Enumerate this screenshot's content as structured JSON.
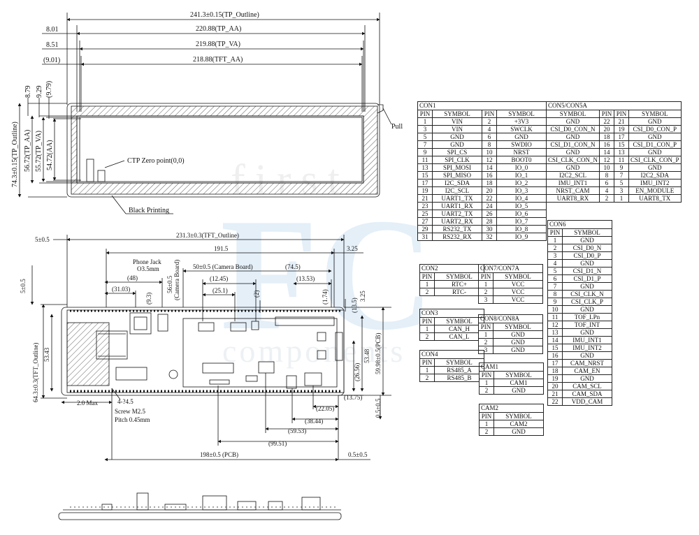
{
  "top_view": {
    "dims": {
      "tp_outline_w": "241.3±0.15(TP_Outline)",
      "tp_aa_w": "220.88(TP_AA)",
      "tp_va_w": "219.88(TP_VA)",
      "tft_aa_w": "218.88(TFT_AA)",
      "off_8_01": "8.01",
      "off_8_51": "8.51",
      "off_9_01": "(9.01)",
      "v_8_79": "8.79",
      "v_9_29": "9.29",
      "v_9_79": "(9.79)",
      "tp_outline_h": "74.3±0.15(TP_Outline)",
      "tp_aa_h": "56.72(TP_AA)",
      "tp_va_h": "55.72(TP_VA)",
      "aa_h": "54.72(AA)"
    },
    "labels": {
      "pull": "Pull",
      "ctp_zero": "CTP Zero point(0,0)",
      "black_printing": "Black Printing"
    }
  },
  "board_view": {
    "dims": {
      "left_5": "5±0.5",
      "tft_outline_w": "231.3±0.3(TFT_Outline)",
      "d_191_5": "191.5",
      "d_3_25_top": "3.25",
      "phone_jack": "Phone Jack",
      "o3_5": "O3.5mm",
      "d_48": "(48)",
      "d_31_03": "(31.03)",
      "d_9_3": "(9.3)",
      "cam_board": "50±0.5 (Camera Board)",
      "d_56": "56±0.5",
      "cam_board_v": "(Camera Board)",
      "d_74_5": "(74.5)",
      "d_12_45": "(12.45)",
      "d_25_1": "(25.1)",
      "d_2": "(2)",
      "d_13_53": "(13.53)",
      "d_1_74": "(1.74)",
      "d_13_5": "(13.5)",
      "d_3_25_right": "3.25",
      "v_5": "5±0.5",
      "tft_outline_h": "64.3±0.3(TFT_Outline)",
      "d_53_43": "53.43",
      "d_53_48": "53.48",
      "d_26_56": "(26.56)",
      "pcb_h": "59.98±0.5(PCB)",
      "d_2_max": "2.0 Max",
      "holes": "4-?4.5",
      "screw": "Screw M2.5",
      "pitch": "Pitch 0.45mm",
      "d_13_75": "(13.75)",
      "d_0_5_v": "0.5±0.5",
      "d_22_05": "(22.05)",
      "d_38_44": "(38.44)",
      "d_59_53": "(59.53)",
      "d_99_51": "(99.51)",
      "pcb_w": "198±0.5 (PCB)",
      "d_0_5_h": "0.5±0.5"
    }
  },
  "watermark": {
    "line1": "first",
    "line2": "FC",
    "line3": "components"
  },
  "tables": {
    "con1": {
      "title": "CON1",
      "headers": [
        "PIN",
        "SYMBOL",
        "PIN",
        "SYMBOL"
      ],
      "rows": [
        [
          "1",
          "VIN",
          "2",
          "+3V3"
        ],
        [
          "3",
          "VIN",
          "4",
          "SWCLK"
        ],
        [
          "5",
          "GND",
          "6",
          "GND"
        ],
        [
          "7",
          "GND",
          "8",
          "SWDIO"
        ],
        [
          "9",
          "SPI_CS",
          "10",
          "NRST"
        ],
        [
          "11",
          "SPI_CLK",
          "12",
          "BOOT0"
        ],
        [
          "13",
          "SPI_MOSI",
          "14",
          "IO_0"
        ],
        [
          "15",
          "SPI_MISO",
          "16",
          "IO_1"
        ],
        [
          "17",
          "I2C_SDA",
          "18",
          "IO_2"
        ],
        [
          "19",
          "I2C_SCL",
          "20",
          "IO_3"
        ],
        [
          "21",
          "UART1_TX",
          "22",
          "IO_4"
        ],
        [
          "23",
          "UART1_RX",
          "24",
          "IO_5"
        ],
        [
          "25",
          "UART2_TX",
          "26",
          "IO_6"
        ],
        [
          "27",
          "UART2_RX",
          "28",
          "IO_7"
        ],
        [
          "29",
          "RS232_TX",
          "30",
          "IO_8"
        ],
        [
          "31",
          "RS232_RX",
          "32",
          "IO_9"
        ]
      ]
    },
    "con5": {
      "title": "CON5/CON5A",
      "headers": [
        "SYMBOL",
        "PIN",
        "PIN",
        "SYMBOL"
      ],
      "rows": [
        [
          "GND",
          "22",
          "21",
          "GND"
        ],
        [
          "CSI_D0_CON_N",
          "20",
          "19",
          "CSI_D0_CON_P"
        ],
        [
          "GND",
          "18",
          "17",
          "GND"
        ],
        [
          "CSI_D1_CON_N",
          "16",
          "15",
          "CSI_D1_CON_P"
        ],
        [
          "GND",
          "14",
          "13",
          "GND"
        ],
        [
          "CSI_CLK_CON_N",
          "12",
          "11",
          "CSI_CLK_CON_P"
        ],
        [
          "GND",
          "10",
          "9",
          "GND"
        ],
        [
          "I2C2_SCL",
          "8",
          "7",
          "I2C2_SDA"
        ],
        [
          "IMU_INT1",
          "6",
          "5",
          "IMU_INT2"
        ],
        [
          "NRST_CAM",
          "4",
          "3",
          "EN_MODULE"
        ],
        [
          "UART8_RX",
          "2",
          "1",
          "UART8_TX"
        ]
      ]
    },
    "con6": {
      "title": "CON6",
      "headers": [
        "PIN",
        "SYMBOL"
      ],
      "rows": [
        [
          "1",
          "GND"
        ],
        [
          "2",
          "CSI_D0_N"
        ],
        [
          "3",
          "CSI_D0_P"
        ],
        [
          "4",
          "GND"
        ],
        [
          "5",
          "CSI_D1_N"
        ],
        [
          "6",
          "CSI_D1_P"
        ],
        [
          "7",
          "GND"
        ],
        [
          "8",
          "CSI_CLK_N"
        ],
        [
          "9",
          "CSI_CLK_P"
        ],
        [
          "10",
          "GND"
        ],
        [
          "11",
          "TOF_LPn"
        ],
        [
          "12",
          "TOF_INT"
        ],
        [
          "13",
          "GND"
        ],
        [
          "14",
          "IMU_INT1"
        ],
        [
          "15",
          "IMU_INT2"
        ],
        [
          "16",
          "GND"
        ],
        [
          "17",
          "CAM_NRST"
        ],
        [
          "18",
          "CAM_EN"
        ],
        [
          "19",
          "GND"
        ],
        [
          "20",
          "CAM_SCL"
        ],
        [
          "21",
          "CAM_SDA"
        ],
        [
          "22",
          "VDD_CAM"
        ]
      ]
    },
    "con2": {
      "title": "CON2",
      "headers": [
        "PIN",
        "SYMBOL"
      ],
      "rows": [
        [
          "1",
          "RTC+"
        ],
        [
          "2",
          "RTC-"
        ]
      ]
    },
    "con7": {
      "title": "CON7/CON7A",
      "headers": [
        "PIN",
        "SYMBOL"
      ],
      "rows": [
        [
          "1",
          "VCC"
        ],
        [
          "2",
          "VCC"
        ],
        [
          "3",
          "VCC"
        ]
      ]
    },
    "con3": {
      "title": "CON3",
      "headers": [
        "PIN",
        "SYMBOL"
      ],
      "rows": [
        [
          "1",
          "CAN_H"
        ],
        [
          "2",
          "CAN_L"
        ]
      ]
    },
    "con8": {
      "title": "CON8/CON8A",
      "headers": [
        "PIN",
        "SYMBOL"
      ],
      "rows": [
        [
          "1",
          "GND"
        ],
        [
          "2",
          "GND"
        ],
        [
          "3",
          "GND"
        ]
      ]
    },
    "con4": {
      "title": "CON4",
      "headers": [
        "PIN",
        "SYMBOL"
      ],
      "rows": [
        [
          "1",
          "RS485_A"
        ],
        [
          "2",
          "RS485_B"
        ]
      ]
    },
    "cam1": {
      "title": "CAM1",
      "headers": [
        "PIN",
        "SYMBOL"
      ],
      "rows": [
        [
          "1",
          "CAM1"
        ],
        [
          "2",
          "GND"
        ]
      ]
    },
    "cam2": {
      "title": "CAM2",
      "headers": [
        "PIN",
        "SYMBOL"
      ],
      "rows": [
        [
          "1",
          "CAM2"
        ],
        [
          "2",
          "GND"
        ]
      ]
    }
  }
}
